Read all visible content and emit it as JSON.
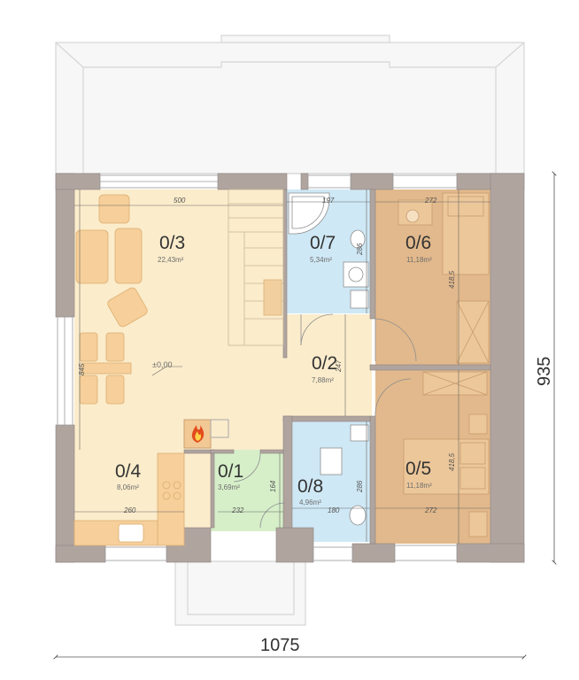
{
  "rooms": [
    {
      "id": "0/3",
      "area": "22,43m²"
    },
    {
      "id": "0/7",
      "area": "5,34m²"
    },
    {
      "id": "0/6",
      "area": "11,18m²"
    },
    {
      "id": "0/2",
      "area": "7,88m²"
    },
    {
      "id": "0/4",
      "area": "8,06m²"
    },
    {
      "id": "0/1",
      "area": "3,69m²"
    },
    {
      "id": "0/8",
      "area": "4,96m²"
    },
    {
      "id": "0/5",
      "area": "11,18m²"
    }
  ],
  "level_mark": "±0,00",
  "dims": {
    "d500": "500",
    "d197": "197",
    "d272_top": "272",
    "d286_top": "286",
    "d418_top": "418,5",
    "d247": "247",
    "d845": "845",
    "d164": "164",
    "d286_bot": "286",
    "d418_bot": "418,5",
    "d260": "260",
    "d232": "232",
    "d180": "180",
    "d272_bot": "272"
  },
  "overall": {
    "width": "1075",
    "height": "935"
  },
  "colors": {
    "living": "#fbeccb",
    "bath": "#cfe8f5",
    "bedroom": "#e2b98c",
    "vestibule": "#d6efc9",
    "wall": "#b0a49f"
  }
}
